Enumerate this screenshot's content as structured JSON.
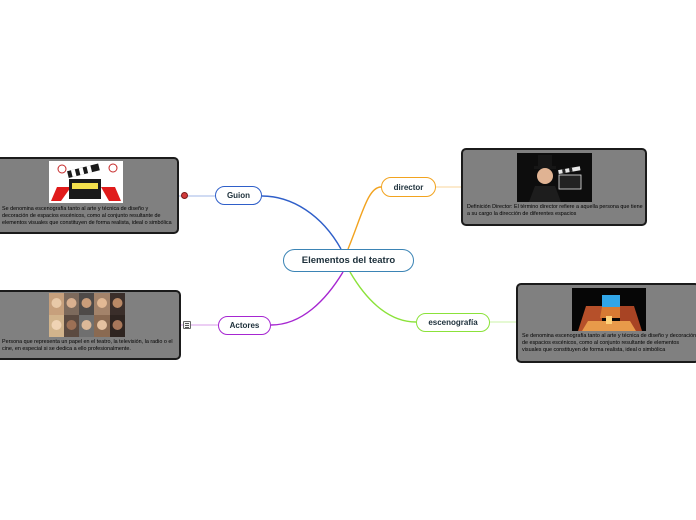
{
  "mindmap": {
    "central": "Elementos del teatro",
    "topics": {
      "director": {
        "label": "director",
        "text": "Definición Director: El término director refiere a aquella persona que tiene a su cargo la dirección de diferentes espacios"
      },
      "guion": {
        "label": "Guion",
        "text": "Se denomina escenografía tanto al arte y técnica de diseño y decoración de espacios escénicos,  como al conjunto resultante de elementos visuales que constituyen de forma realista, ideal o simbólica"
      },
      "actores": {
        "label": "Actores",
        "text": "Persona que representa un papel en el teatro, la televisión, la radio o el cine, en especial si se dedica a ello profesionalmente."
      },
      "escenografia": {
        "label": "escenografía",
        "text": "Se denomina escenografía tanto al arte y técnica de diseño y decoración de espacios escénicos,  como al conjunto resultante de elementos visuales que constituyen de forma realista, ideal o simbólica"
      }
    },
    "colors": {
      "central": "#3b84b5",
      "director": "#f2a31f",
      "guion": "#2f5fc9",
      "actores": "#a626d1",
      "escenografia": "#8be23a"
    }
  }
}
